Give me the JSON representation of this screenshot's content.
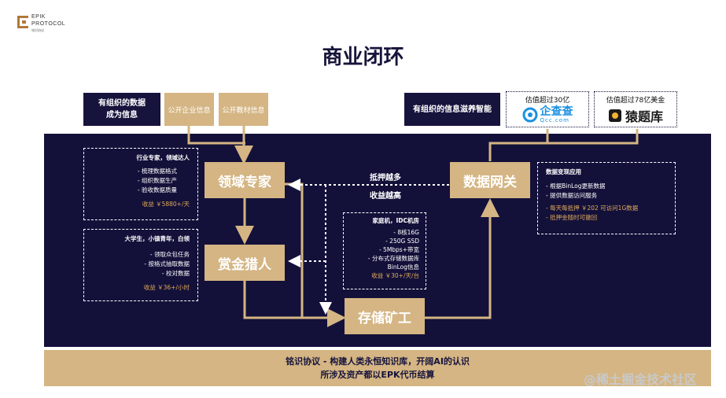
{
  "logo": {
    "line1": "EPIK",
    "line2": "PROTOCOL",
    "line3": "铭识协议"
  },
  "title": "商业闭环",
  "top_boxes": {
    "data_to_info": {
      "line1": "有组织的数据",
      "line2": "成为信息"
    },
    "public_enterprise": "公开企业信息",
    "public_textbook": "公开教材信息",
    "info_intelligence": "有组织的信息滋养智能",
    "qcc": {
      "caption": "估值超过30亿",
      "name": "企查查",
      "sub": "Qcc.com"
    },
    "yuanti": {
      "caption": "估值超过78亿美金",
      "name": "猿题库"
    }
  },
  "nodes": {
    "domain_expert": "领域专家",
    "bounty_hunter": "赏金猎人",
    "data_gateway": "数据网关",
    "storage_miner": "存储矿工"
  },
  "middle_labels": {
    "line1": "抵押越多",
    "line2": "收益越高"
  },
  "cards": {
    "expert": {
      "header": "行业专家，领域达人",
      "items": [
        "- 梳理数据格式",
        "- 组织数据生产",
        "- 验收数据质量"
      ],
      "earn": "收益 ￥5880+/天"
    },
    "hunter": {
      "header": "大学生，小镇青年，白领",
      "items": [
        "- 领取众包任务",
        "- 按格式抽取数据",
        "- 校对数据"
      ],
      "earn": "收益 ￥36+/小时"
    },
    "miner": {
      "header": "家庭机，IDC机房",
      "items": [
        "- 8核16G",
        "- 250G SSD",
        "- 5Mbps+带宽",
        "- 分布式存储数据库",
        "BinLog信息"
      ],
      "earn": "收益 ￥30+/天/台"
    },
    "gateway": {
      "header": "数据变现应用",
      "items": [
        "- 根据BinLog更新数据",
        "- 提供数据访问服务"
      ],
      "earn": [
        "- 每天每抵押 ￥202 可访问1G数据",
        "- 抵押金随时可撤回"
      ]
    }
  },
  "bottom": {
    "line1": "铭识协议 - 构建人类永恒知识库，开阔AI的认识",
    "line2": "所涉及资产都以EPK代币结算"
  },
  "watermark": "@稀土掘金技术社区",
  "colors": {
    "navy": "#13113a",
    "tan": "#d4b583",
    "earn_orange": "#e0a85b"
  }
}
